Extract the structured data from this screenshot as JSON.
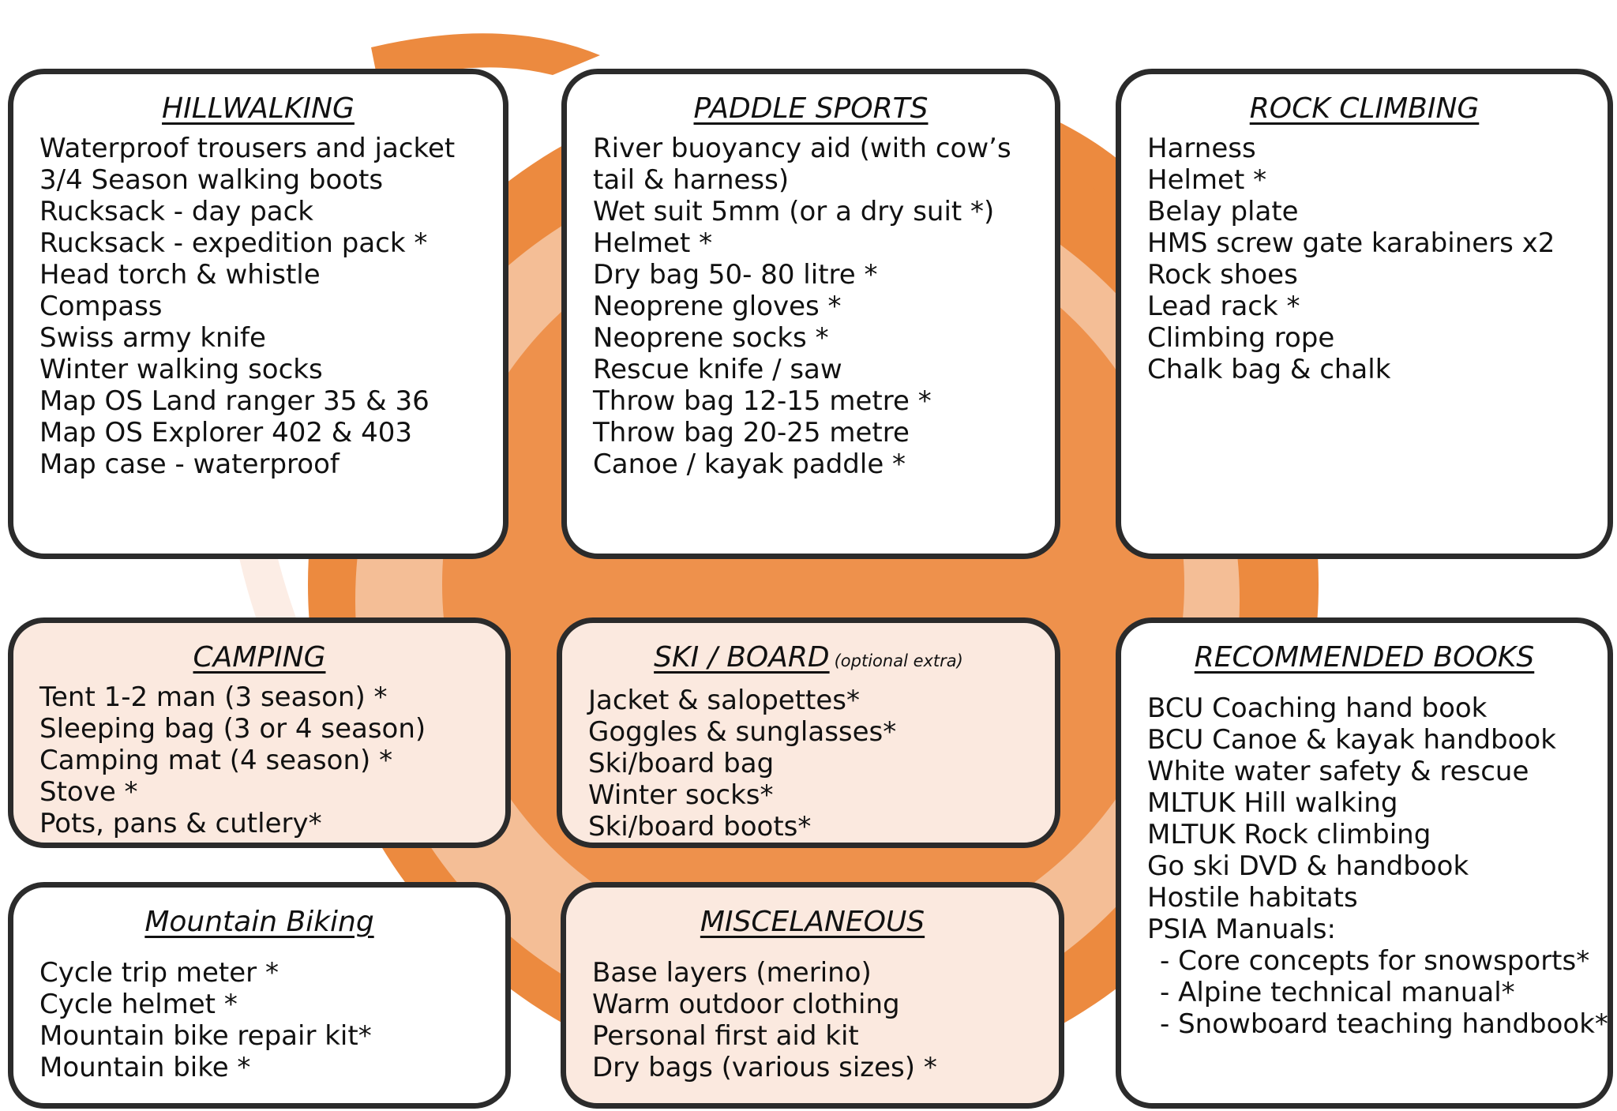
{
  "brand": {
    "accent": "#ec8a3f",
    "accent_light": "#fbe9df",
    "border": "#2b2b2b"
  },
  "background": {
    "art": "orange-brush-circle"
  },
  "sections": {
    "hillwalking": {
      "title": "HILLWALKING",
      "items": [
        "Waterproof trousers and jacket",
        "3/4 Season walking boots",
        "Rucksack - day pack",
        "Rucksack - expedition pack *",
        "Head torch & whistle",
        "Compass",
        "Swiss army knife",
        "Winter walking socks",
        "Map OS Land ranger 35 & 36",
        "Map OS Explorer 402 & 403",
        "Map case - waterproof"
      ]
    },
    "paddle_sports": {
      "title": "PADDLE SPORTS",
      "items": [
        "River buoyancy aid (with cow’s",
        "tail & harness)",
        "Wet suit 5mm (or a dry suit *)",
        "Helmet *",
        "Dry bag 50- 80 litre *",
        "Neoprene gloves *",
        "Neoprene socks *",
        "Rescue knife / saw",
        "Throw bag 12-15 metre *",
        "Throw bag 20-25 metre",
        "Canoe / kayak paddle *"
      ]
    },
    "rock_climbing": {
      "title": "ROCK CLIMBING",
      "items": [
        "Harness",
        "Helmet *",
        "Belay plate",
        "HMS screw gate karabiners x2",
        "Rock shoes",
        "Lead rack *",
        "Climbing rope",
        "Chalk bag & chalk"
      ]
    },
    "camping": {
      "title": "CAMPING",
      "items": [
        "Tent 1-2 man (3 season) *",
        "Sleeping bag (3 or 4 season)",
        "Camping mat (4 season) *",
        "Stove *",
        "Pots, pans & cutlery*"
      ]
    },
    "ski_board": {
      "title": "SKI / BOARD",
      "note": "(optional extra)",
      "items": [
        "Jacket & salopettes*",
        "Goggles & sunglasses*",
        "Ski/board bag",
        "Winter socks*",
        "Ski/board boots*"
      ]
    },
    "recommended_books": {
      "title": "RECOMMENDED BOOKS",
      "items": [
        "BCU Coaching hand book",
        "BCU Canoe & kayak handbook",
        "White water safety & rescue",
        "MLTUK Hill walking",
        "MLTUK Rock climbing",
        "Go ski DVD & handbook",
        "Hostile habitats",
        "PSIA Manuals:"
      ],
      "sub_items": [
        "- Core concepts for snowsports*",
        "- Alpine technical manual*",
        "- Snowboard teaching handbook*"
      ]
    },
    "mountain_biking": {
      "title": "Mountain Biking",
      "items": [
        "Cycle trip meter *",
        "Cycle helmet *",
        "Mountain bike repair kit*",
        "Mountain bike *"
      ]
    },
    "miscellaneous": {
      "title": "MISCELANEOUS",
      "items": [
        "Base layers (merino)",
        "Warm outdoor clothing",
        "Personal first aid kit",
        "Dry bags (various sizes) *"
      ]
    }
  }
}
